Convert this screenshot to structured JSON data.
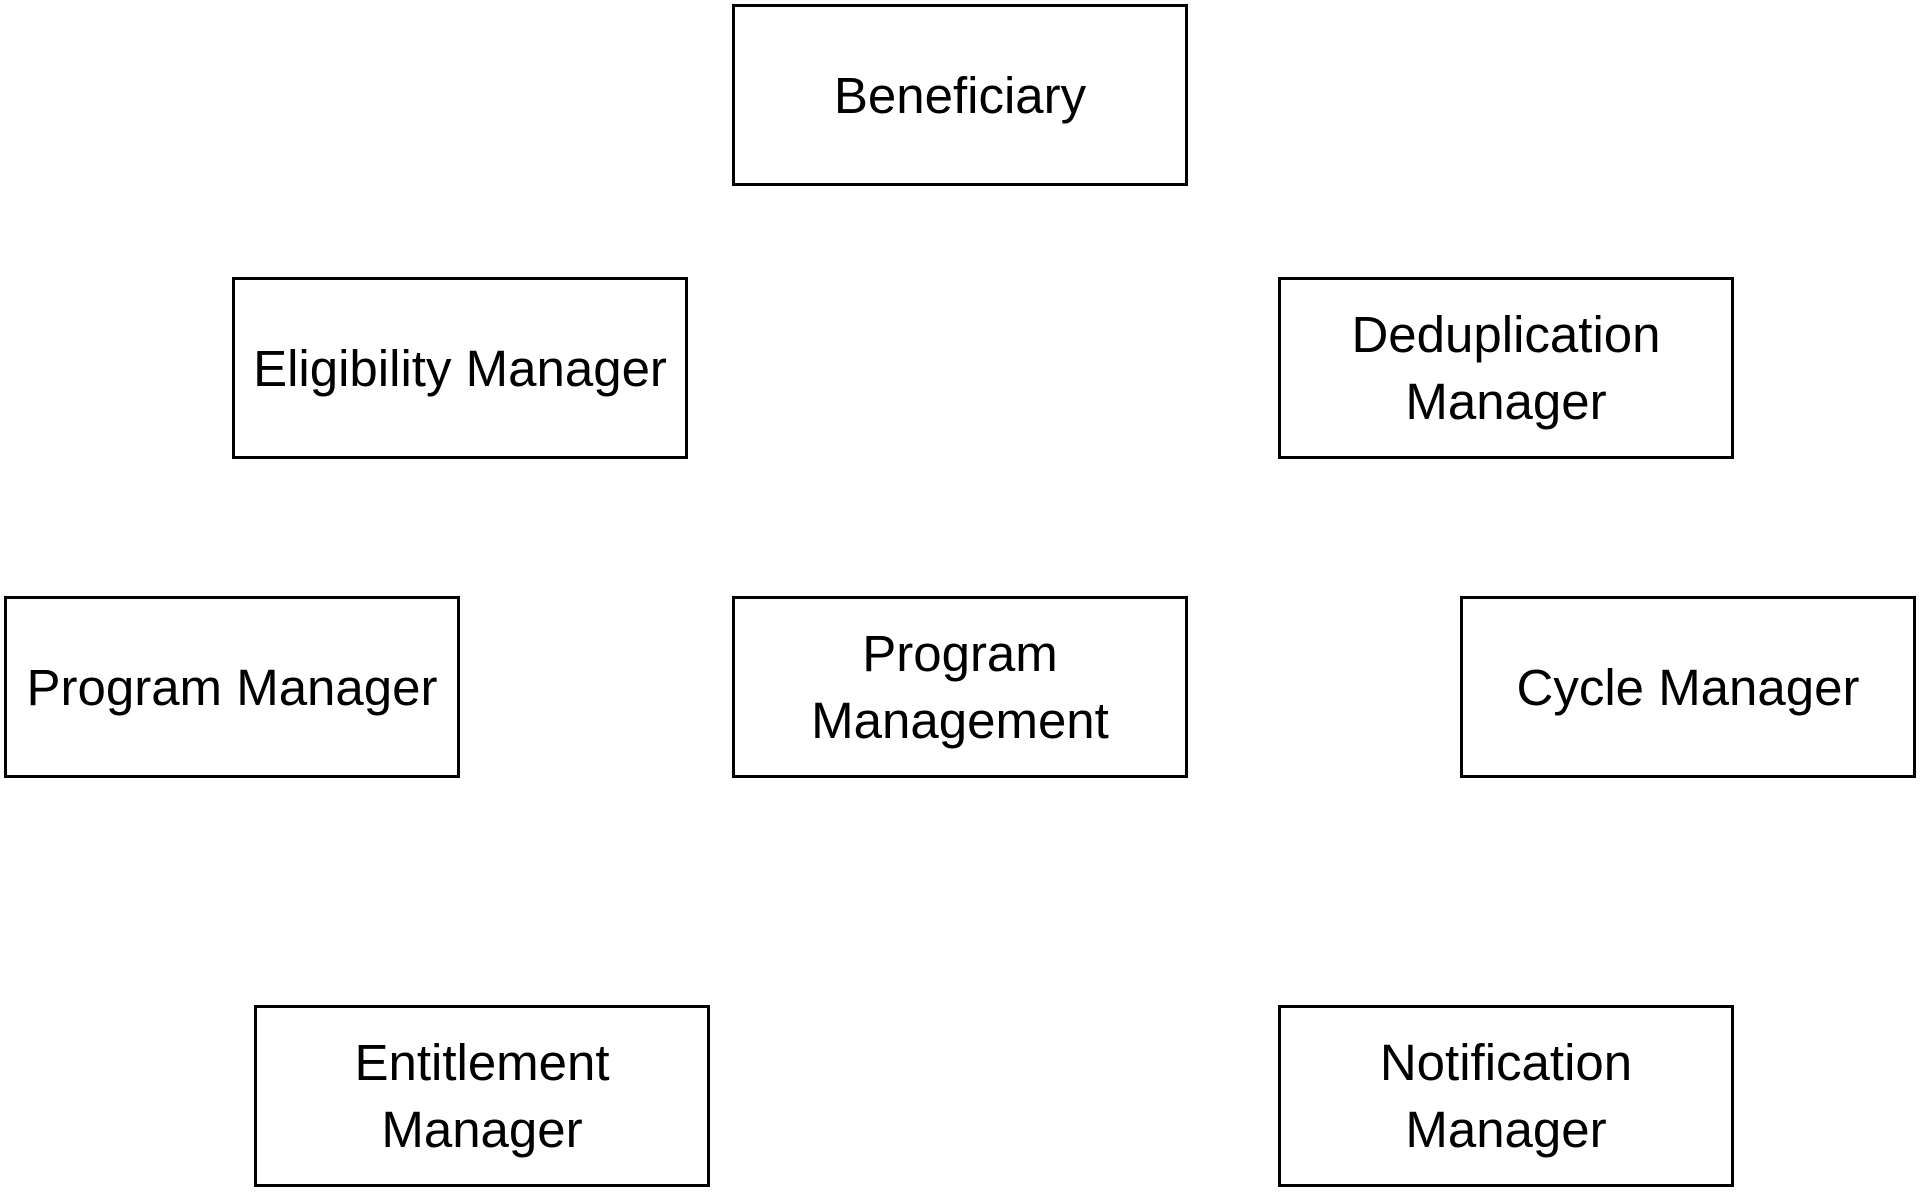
{
  "diagram": {
    "nodes": {
      "beneficiary": "Beneficiary",
      "eligibility_manager": "Eligibility Manager",
      "deduplication_manager": "Deduplication\nManager",
      "program_manager": "Program Manager",
      "program_management": "Program\nManagement",
      "cycle_manager": "Cycle Manager",
      "entitlement_manager": "Entitlement\nManager",
      "notification_manager": "Notification\nManager"
    },
    "colors": {
      "border": "#000000",
      "text": "#000000",
      "background": "#ffffff"
    }
  }
}
